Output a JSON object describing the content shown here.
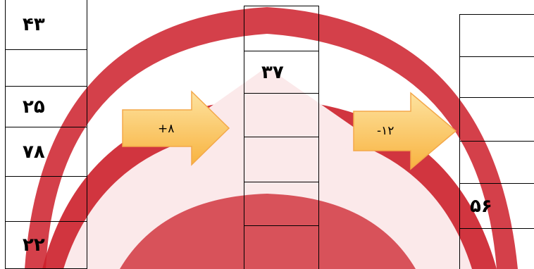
{
  "columns": [
    {
      "name": "column-a",
      "cells": [
        "۴۳",
        "",
        "۲۵",
        "۷۸",
        "",
        "۲۲"
      ]
    },
    {
      "name": "column-b",
      "cells": [
        "",
        "۳۷",
        "",
        "",
        "",
        ""
      ]
    },
    {
      "name": "column-c",
      "cells": [
        "",
        "",
        "",
        "",
        "۵۶",
        ""
      ]
    }
  ],
  "arrows": [
    {
      "label": "+۸"
    },
    {
      "label": "-۱۲"
    }
  ],
  "colors": {
    "watermark_red": "#cc1f2a",
    "arrow_fill_light": "#fde3a0",
    "arrow_fill_dark": "#f8b340",
    "arrow_stroke": "#f4a84a"
  }
}
